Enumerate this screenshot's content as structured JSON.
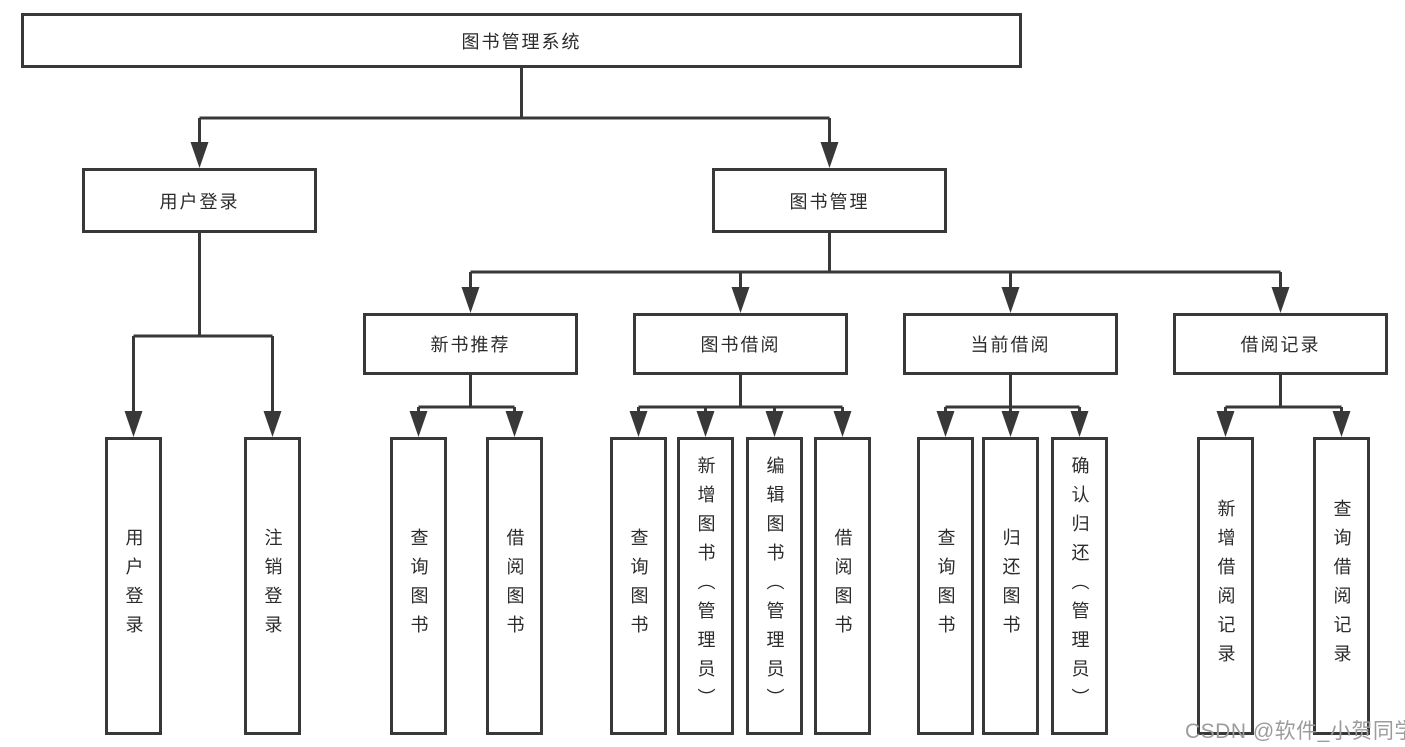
{
  "diagram": {
    "root": {
      "label": "图书管理系统"
    },
    "level2": [
      {
        "label": "用户登录"
      },
      {
        "label": "图书管理"
      }
    ],
    "level3": [
      {
        "label": "新书推荐"
      },
      {
        "label": "图书借阅"
      },
      {
        "label": "当前借阅"
      },
      {
        "label": "借阅记录"
      }
    ],
    "leaves": {
      "user_login": [
        {
          "label": "用户登录"
        },
        {
          "label": "注销登录"
        }
      ],
      "new_book": [
        {
          "label": "查询图书"
        },
        {
          "label": "借阅图书"
        }
      ],
      "borrow": [
        {
          "label": "查询图书"
        },
        {
          "label": "新增图书（管理员）"
        },
        {
          "label": "编辑图书（管理员）"
        },
        {
          "label": "借阅图书"
        }
      ],
      "current": [
        {
          "label": "查询图书"
        },
        {
          "label": "归还图书"
        },
        {
          "label": "确认归还（管理员）"
        }
      ],
      "records": [
        {
          "label": "新增借阅记录"
        },
        {
          "label": "查询借阅记录"
        }
      ]
    },
    "watermark": "CSDN @软件_小贺同学",
    "colors": {
      "line": "#383838",
      "box_border": "#383838",
      "text": "#2b2b2b",
      "watermark": "#9c9c9c",
      "background": "#ffffff"
    }
  }
}
